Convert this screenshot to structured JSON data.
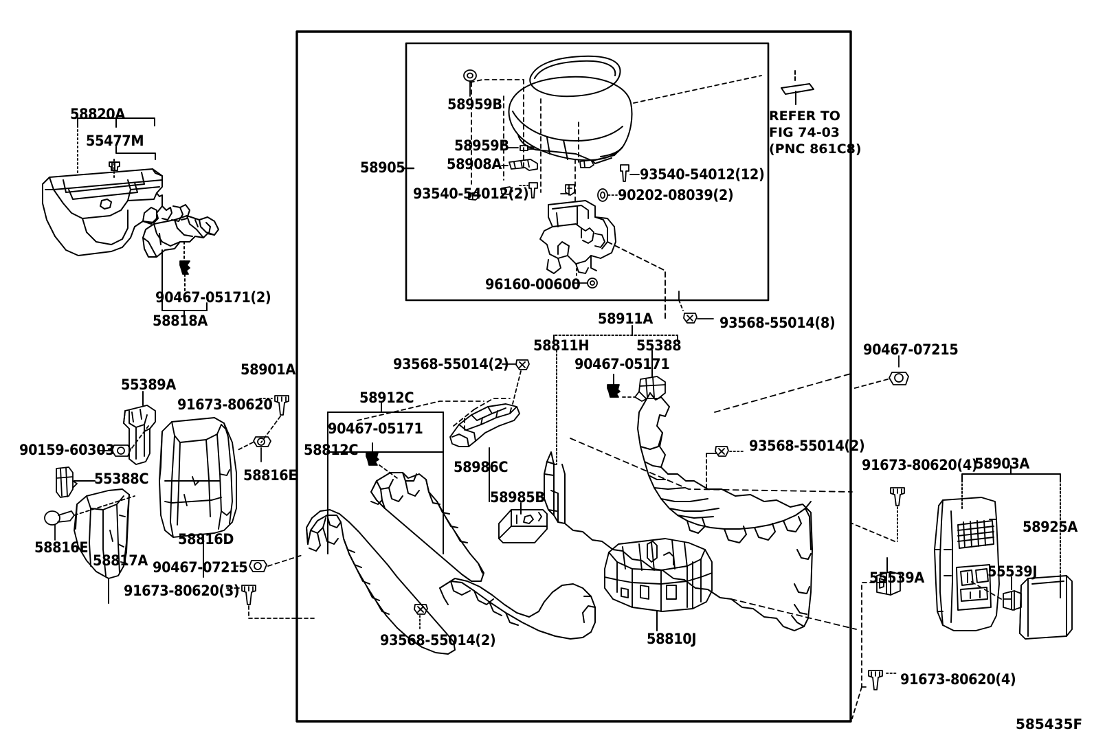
{
  "diagram": {
    "id": "585435F",
    "type": "Toyota parts exploded view — console box assembly",
    "refer_note_lines": [
      "REFER TO",
      "FIG 74-03",
      "(PNC 861C8)"
    ]
  },
  "labels": {
    "left_group": [
      {
        "key": "l1",
        "text": "58820A"
      },
      {
        "key": "l2",
        "text": "55477M"
      },
      {
        "key": "l3",
        "text": "90467-05171(2)"
      },
      {
        "key": "l4",
        "text": "58818A"
      },
      {
        "key": "l5",
        "text": "55389A"
      },
      {
        "key": "l6",
        "text": "91673-80620"
      },
      {
        "key": "l7",
        "text": "90159-60303"
      },
      {
        "key": "l8",
        "text": "55388C"
      },
      {
        "key": "l9",
        "text": "58816E"
      },
      {
        "key": "l10",
        "text": "58817A"
      },
      {
        "key": "l11",
        "text": "58816D"
      },
      {
        "key": "l12",
        "text": "58816E"
      },
      {
        "key": "l13",
        "text": "90467-07215"
      },
      {
        "key": "l14",
        "text": "91673-80620(3)"
      },
      {
        "key": "l15",
        "text": "58901A"
      }
    ],
    "inset_group": [
      {
        "key": "i1",
        "text": "58905"
      },
      {
        "key": "i2",
        "text": "58959B"
      },
      {
        "key": "i3",
        "text": "58959B"
      },
      {
        "key": "i4",
        "text": "58908A"
      },
      {
        "key": "i5",
        "text": "93540-54012(2)"
      },
      {
        "key": "i6",
        "text": "93540-54012(12)"
      },
      {
        "key": "i7",
        "text": "90202-08039(2)"
      },
      {
        "key": "i8",
        "text": "96160-00600"
      }
    ],
    "center_group": [
      {
        "key": "c1",
        "text": "93568-55014(8)"
      },
      {
        "key": "c2",
        "text": "58911A"
      },
      {
        "key": "c3",
        "text": "58811H"
      },
      {
        "key": "c4",
        "text": "55388"
      },
      {
        "key": "c5",
        "text": "90467-05171"
      },
      {
        "key": "c6",
        "text": "93568-55014(2)"
      },
      {
        "key": "c7",
        "text": "58912C"
      },
      {
        "key": "c8",
        "text": "90467-05171"
      },
      {
        "key": "c9",
        "text": "58812C"
      },
      {
        "key": "c10",
        "text": "58986C"
      },
      {
        "key": "c11",
        "text": "58985B"
      },
      {
        "key": "c12",
        "text": "93568-55014(2)"
      },
      {
        "key": "c13",
        "text": "58810J"
      },
      {
        "key": "c14",
        "text": "93568-55014(2)"
      }
    ],
    "right_group": [
      {
        "key": "r1",
        "text": "90467-07215"
      },
      {
        "key": "r2",
        "text": "91673-80620(4)"
      },
      {
        "key": "r3",
        "text": "58903A"
      },
      {
        "key": "r4",
        "text": "58925A"
      },
      {
        "key": "r5",
        "text": "55539A"
      },
      {
        "key": "r6",
        "text": "55539J"
      },
      {
        "key": "r7",
        "text": "91673-80620(4)"
      }
    ]
  },
  "colors": {
    "line": "#000000",
    "background": "#ffffff"
  }
}
